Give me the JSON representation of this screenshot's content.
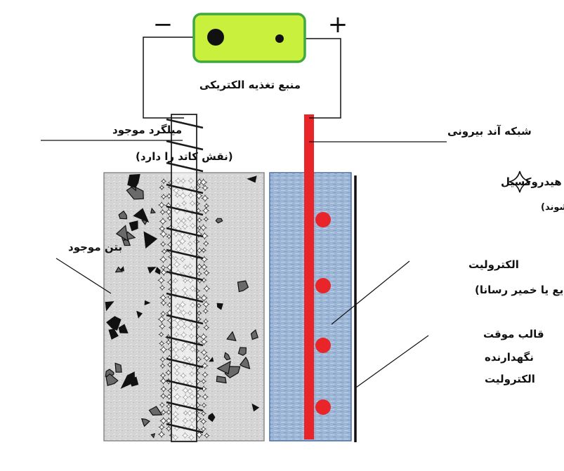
{
  "power_supply": {
    "label": "منبع تغذیه الکتریکی",
    "negative_sign": "−",
    "positive_sign": "+",
    "body_color": "#c8f03c",
    "border_color": "#3fa83f"
  },
  "rebar": {
    "label": "میلگرد موجود",
    "note": "(نقش کاتد را دارد)"
  },
  "anode": {
    "label": "شبکه آند بیرونی",
    "color": "#e8262a"
  },
  "hydroxyl": {
    "label": "یون های هیدروکسیل",
    "note": "(پیرامون میلگرد موجود تشکیل می شوند)",
    "icon": "four-point-star-icon"
  },
  "concrete": {
    "label": "بتن موجود",
    "fill": "#d6d6d6"
  },
  "electrolyte": {
    "label": "الکترولیت",
    "note": "(مایع یا خمیر رسانا)",
    "fill": "#9fb8d8"
  },
  "formwork": {
    "line1": "قالب موقت",
    "line2": "نگهدارنده",
    "line3": "الکترولیت"
  }
}
